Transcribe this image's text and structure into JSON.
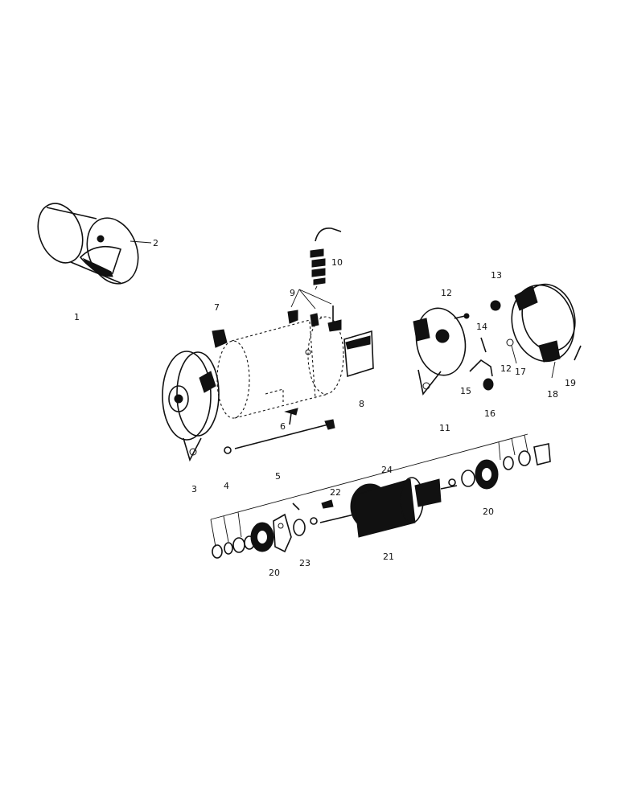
{
  "labels": [
    {
      "key": "p1",
      "text": "1"
    },
    {
      "key": "p2",
      "text": "2"
    },
    {
      "key": "p3",
      "text": "3"
    },
    {
      "key": "p4",
      "text": "4"
    },
    {
      "key": "p5",
      "text": "5"
    },
    {
      "key": "p6",
      "text": "6"
    },
    {
      "key": "p7",
      "text": "7"
    },
    {
      "key": "p8",
      "text": "8"
    },
    {
      "key": "p9",
      "text": "9"
    },
    {
      "key": "p10",
      "text": "10"
    },
    {
      "key": "p11",
      "text": "11"
    },
    {
      "key": "p12a",
      "text": "12"
    },
    {
      "key": "p12b",
      "text": "12"
    },
    {
      "key": "p13",
      "text": "13"
    },
    {
      "key": "p14",
      "text": "14"
    },
    {
      "key": "p15",
      "text": "15"
    },
    {
      "key": "p16",
      "text": "16"
    },
    {
      "key": "p17",
      "text": "17"
    },
    {
      "key": "p18",
      "text": "18"
    },
    {
      "key": "p19",
      "text": "19"
    },
    {
      "key": "p20a",
      "text": "20"
    },
    {
      "key": "p20b",
      "text": "20"
    },
    {
      "key": "p21",
      "text": "21"
    },
    {
      "key": "p22",
      "text": "22"
    },
    {
      "key": "p23",
      "text": "23"
    },
    {
      "key": "p24",
      "text": "24"
    }
  ]
}
